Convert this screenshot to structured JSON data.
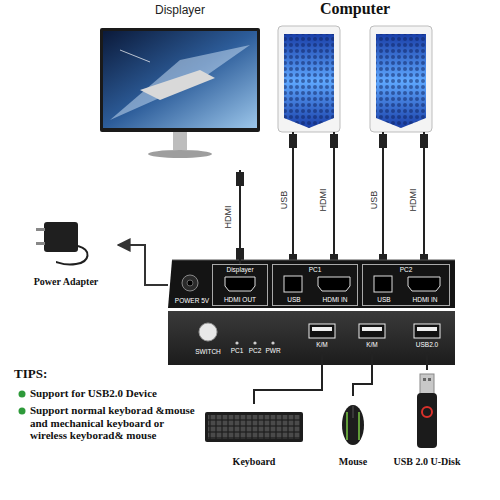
{
  "diagram": {
    "nodes": [
      {
        "text": [
          "Displayer"
        ]
      },
      {
        "text": [
          "POWER 5V"
        ]
      },
      {
        "text": [
          "Displayer",
          "HDMI OUT"
        ],
        "in": 1
      },
      {
        "text": [
          "PC1",
          "USB",
          "HDMI IN"
        ],
        "in": 1
      },
      {
        "text": [
          "PC2",
          "USB",
          "HDMI IN"
        ],
        "in": 1
      },
      {
        "text": [
          "SWITCH",
          "PC1",
          "PC2",
          "PWR"
        ]
      },
      {
        "text": [
          "K/M"
        ],
        "in": 5
      },
      {
        "text": [
          "K/M"
        ],
        "in": 5
      },
      {
        "text": [
          "USB2.0"
        ],
        "in": 5
      },
      {
        "text": [
          "Power Adapter"
        ]
      },
      {
        "text": [
          "Keyboard"
        ]
      },
      {
        "text": [
          "Mouse"
        ]
      },
      {
        "text": [
          "USB 2.0 U-Disk"
        ]
      }
    ],
    "edges": [
      {
        "from": 0,
        "to": 2,
        "arrow": "none",
        "label": "HDMI"
      },
      {
        "from": 1,
        "to": 9,
        "arrow": "to"
      },
      {
        "from": 6,
        "to": 10,
        "arrow": "none"
      },
      {
        "from": 7,
        "to": 11,
        "arrow": "none"
      },
      {
        "from": 8,
        "to": 12,
        "arrow": "none"
      }
    ],
    "labels": [
      "Computer",
      "USB",
      "HDMI",
      "USB",
      "HDMI",
      "TIPS:",
      "Support for USB2.0 Device",
      "Support normal keyborad &mouse and mechanical keyboard or wireless keyborad& mouse"
    ]
  }
}
